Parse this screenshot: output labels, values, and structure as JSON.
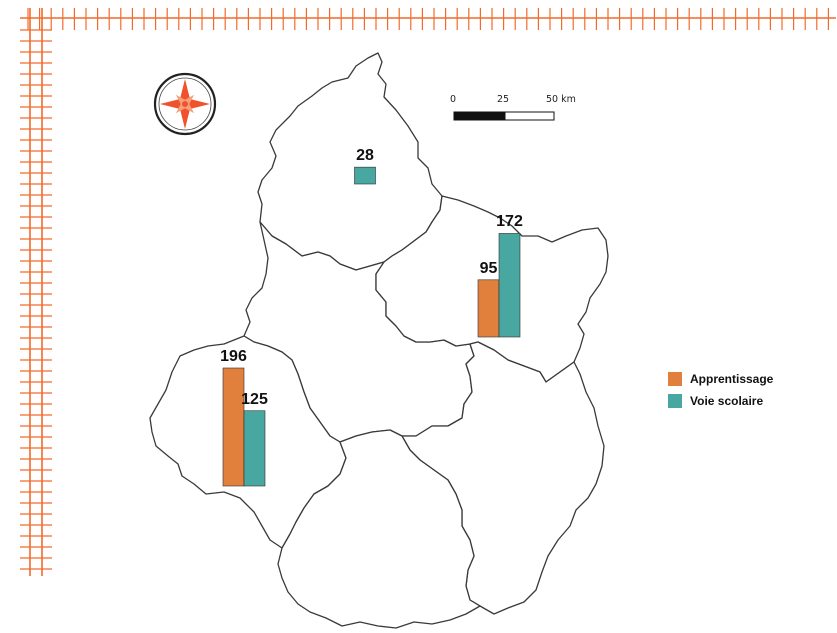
{
  "colors": {
    "apprentissage": "#e0803c",
    "voie_scolaire": "#48a7a0",
    "grid": "#f26a2b",
    "compass_star": "#f0522c",
    "compass_accent": "#f4a07e"
  },
  "scale_bar": {
    "ticks": [
      "0",
      "25",
      "50 km"
    ]
  },
  "legend": [
    {
      "label": "Apprentissage",
      "color": "#e0803c"
    },
    {
      "label": "Voie scolaire",
      "color": "#48a7a0"
    }
  ],
  "chart_data": {
    "type": "bar",
    "series": [
      {
        "name": "Apprentissage",
        "color": "#e0803c"
      },
      {
        "name": "Voie scolaire",
        "color": "#48a7a0"
      }
    ],
    "groups": [
      {
        "values": {
          "Voie scolaire": 28
        }
      },
      {
        "values": {
          "Apprentissage": 95,
          "Voie scolaire": 172
        }
      },
      {
        "values": {
          "Apprentissage": 196,
          "Voie scolaire": 125
        }
      }
    ]
  },
  "compass": {
    "icon": "compass-rose-icon"
  }
}
